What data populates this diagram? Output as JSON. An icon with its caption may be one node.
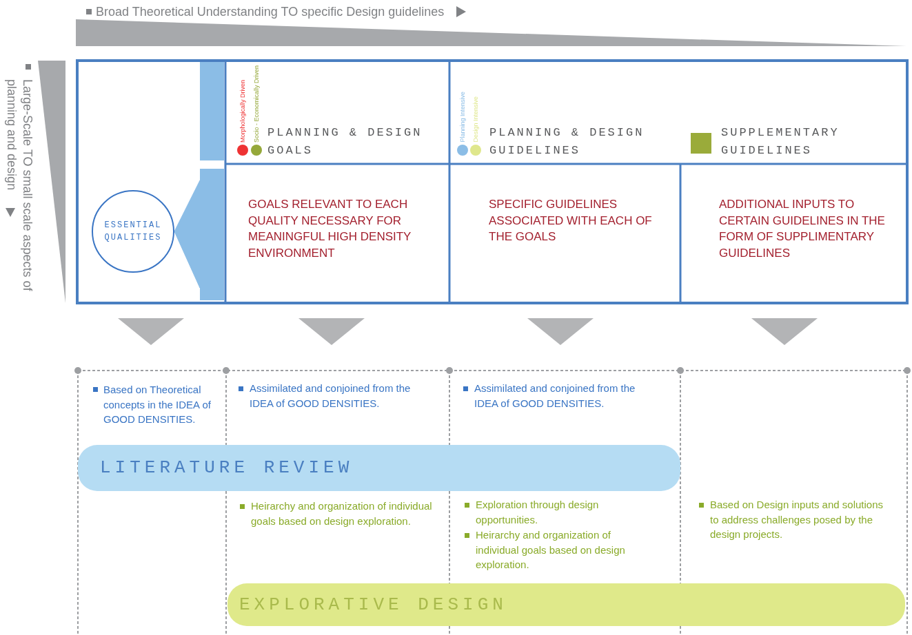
{
  "diagram": {
    "nodes": [
      {
        "text": [
          "PLANNING & DESIGN GOALS"
        ]
      },
      {
        "text": [
          "PLANNING & DESIGN GUIDELINES"
        ]
      },
      {
        "text": [
          "SUPPLEMENTARY GUIDELINES"
        ]
      },
      {
        "text": [
          "ESSENTIAL QUALITIES"
        ]
      },
      {
        "text": [
          "GOALS RELEVANT TO EACH QUALITY NECESSARY FOR MEANINGFUL HIGH DENSITY ENVIRONMENT"
        ]
      },
      {
        "text": [
          "SPECIFIC GUIDELINES ASSOCIATED WITH EACH OF THE GOALS"
        ]
      },
      {
        "text": [
          "ADDITIONAL INPUTS TO CERTAIN GUIDELINES IN THE FORM OF SUPPLIMENTARY GUIDELINES"
        ]
      },
      {
        "text": [
          "LITERATURE REVIEW"
        ]
      },
      {
        "text": [
          "EXPLORATIVE DESIGN"
        ]
      },
      {
        "text": [],
        "shape": "bar"
      },
      {
        "text": [],
        "shape": "bar"
      }
    ],
    "edges": [
      {
        "from": 3,
        "to": 10,
        "arrow": "none"
      }
    ],
    "labels": [
      "Broad Theoretical Understanding TO specific Design guidelines",
      "Large-Scale TO small scale aspects of planning and design",
      "Based on Theoretical concepts in the IDEA of GOOD DENSITIES.",
      "Assimilated and conjoined from the IDEA of GOOD DENSITIES.",
      "Assimilated and conjoined from the IDEA of GOOD DENSITIES.",
      "Heirarchy and organization of individual goals based on design exploration.",
      "Exploration through design opportunities.",
      "Heirarchy and organization of individual goals based on design exploration.",
      "Based on Design inputs and solutions to address challenges posed by the design projects."
    ],
    "legend": [
      {
        "text": "Morphologically Driven",
        "color": "#ee3233"
      },
      {
        "text": "Socio - Economically Driven",
        "color": "#95a83a"
      },
      {
        "text": "Planning Intensive",
        "color": "#8bbde6"
      },
      {
        "text": "Design Intensive",
        "color": "#dfe78c"
      }
    ]
  }
}
